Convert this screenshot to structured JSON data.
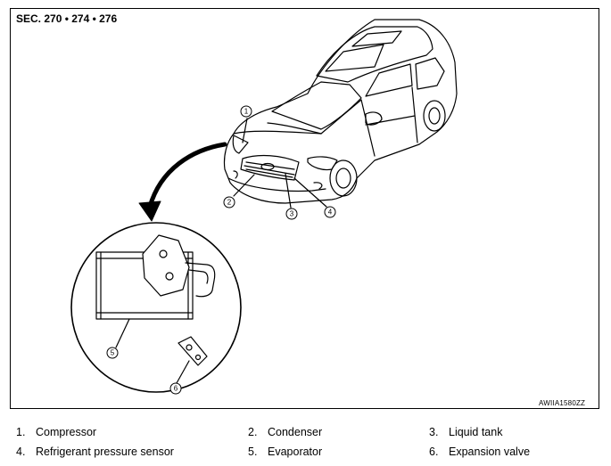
{
  "header": {
    "section": "SEC. 270 • 274 • 276"
  },
  "figure_code": "AWIIA1580ZZ",
  "callouts": [
    "1",
    "2",
    "3",
    "4",
    "5",
    "6"
  ],
  "legend": [
    {
      "num": "1.",
      "label": "Compressor"
    },
    {
      "num": "2.",
      "label": "Condenser"
    },
    {
      "num": "3.",
      "label": "Liquid tank"
    },
    {
      "num": "4.",
      "label": "Refrigerant pressure sensor"
    },
    {
      "num": "5.",
      "label": "Evaporator"
    },
    {
      "num": "6.",
      "label": "Expansion valve"
    }
  ]
}
